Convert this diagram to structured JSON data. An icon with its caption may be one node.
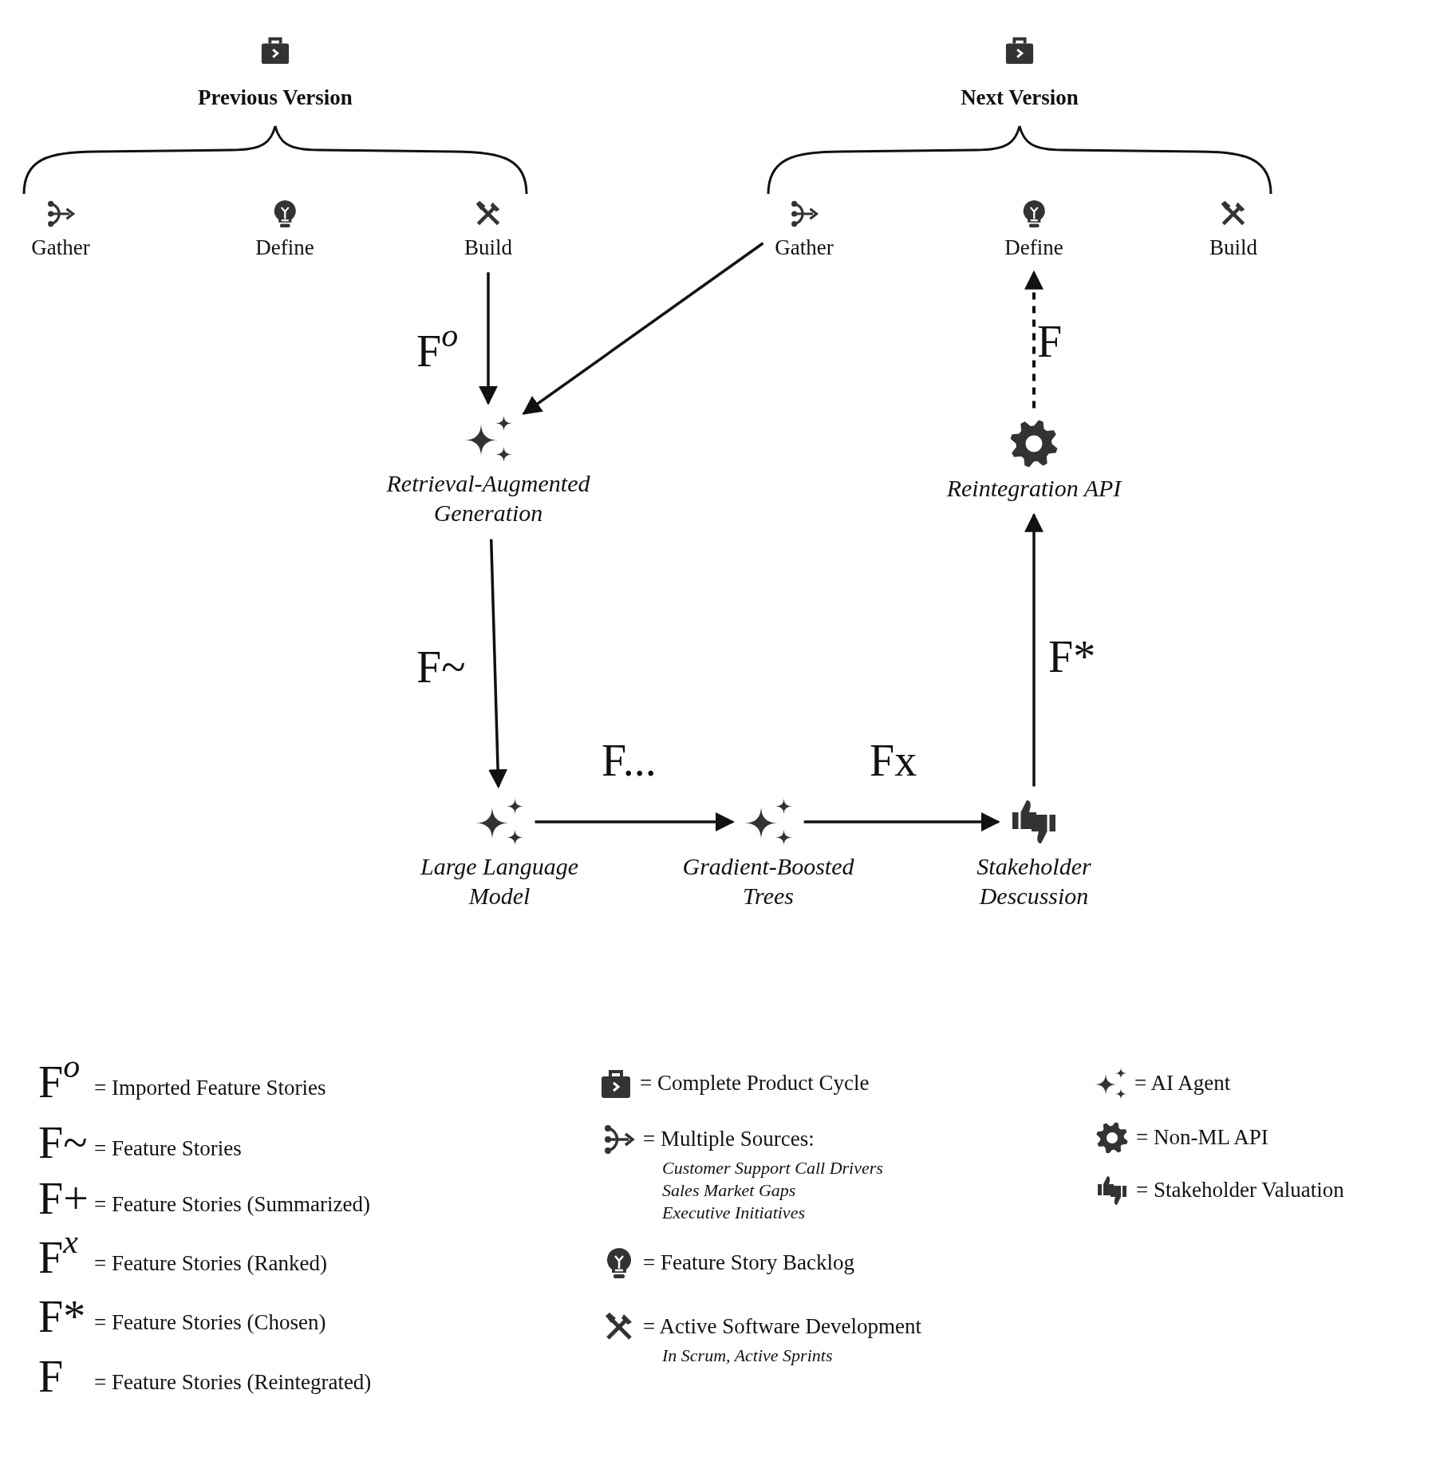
{
  "diagram": {
    "nodes": [
      {
        "text": [
          "Gather"
        ]
      },
      {
        "text": [
          "Define"
        ]
      },
      {
        "text": [
          "Build"
        ]
      },
      {
        "text": [
          "Gather"
        ]
      },
      {
        "text": [
          "Define"
        ]
      },
      {
        "text": [
          "Build"
        ]
      },
      {
        "text": [
          "Retrieval-Augmented Generation"
        ]
      },
      {
        "text": [
          "Large Language Model"
        ]
      },
      {
        "text": [
          "Gradient-Boosted Trees"
        ]
      },
      {
        "text": [
          "Stakeholder Descussion"
        ]
      },
      {
        "text": [
          "Reintegration API"
        ]
      }
    ],
    "edges": [
      {
        "from": 2,
        "to": 6,
        "arrow": "to",
        "label": "F$^{o}$"
      },
      {
        "from": 3,
        "to": 6,
        "arrow": "to"
      },
      {
        "from": 6,
        "to": 7,
        "arrow": "to",
        "label": "F~"
      },
      {
        "from": 7,
        "to": 8,
        "arrow": "to",
        "label": "F..."
      },
      {
        "from": 8,
        "to": 9,
        "arrow": "to",
        "label": "Fx"
      },
      {
        "from": 9,
        "to": 10,
        "arrow": "to",
        "label": "F*"
      },
      {
        "from": 10,
        "to": 4,
        "arrow": "to",
        "label": "F",
        "style": "dashed"
      }
    ],
    "labels": [
      "Previous Version",
      "Next Version",
      "F$^{o}$",
      "= Imported Feature Stories",
      "F~",
      "= Feature Stories",
      "F+",
      "= Feature Stories (Summarized)",
      "F$^{x}$",
      "= Feature Stories (Ranked)",
      "F*",
      "= Feature Stories (Chosen)",
      "F",
      "= Feature Stories (Reintegrated)",
      "Customer Support Call Drivers",
      "Sales Market Gaps",
      "Executive Initiatives",
      "In Scrum, Active Sprints"
    ],
    "legend": [
      {
        "text": "= Complete Product Cycle"
      },
      {
        "text": "= Multiple Sources:"
      },
      {
        "text": "= Feature Story Backlog"
      },
      {
        "text": "= Active Software Development"
      },
      {
        "text": "= AI Agent"
      },
      {
        "text": "= Non-ML API"
      },
      {
        "text": "= Stakeholder Valuation"
      }
    ]
  }
}
